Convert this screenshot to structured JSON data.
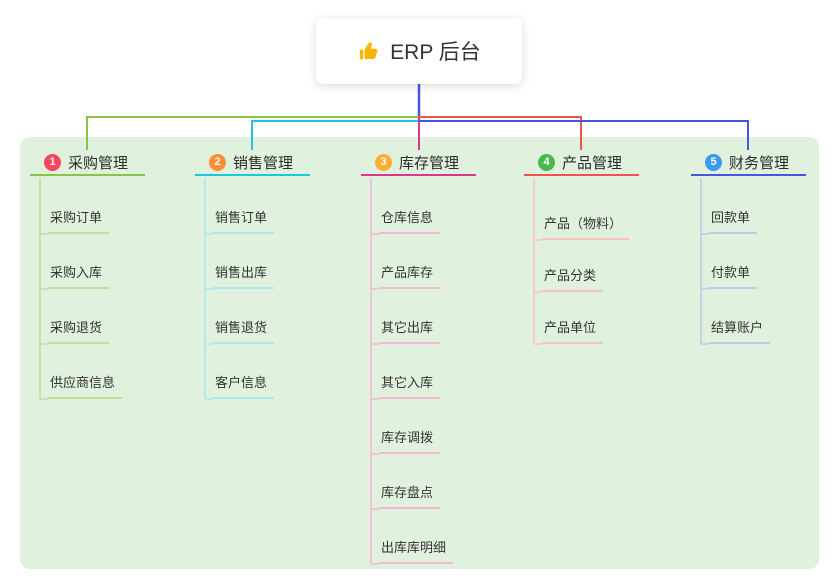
{
  "root": {
    "label": "ERP 后台",
    "icon": "thumbs-up-icon",
    "icon_color": "#f7b500"
  },
  "connector_colors": {
    "root_line": "#4558dd"
  },
  "background_color": "#e0f2dd",
  "branches": [
    {
      "number": "1",
      "label": "采购管理",
      "color": "#8bc34a",
      "light_color": "#c3de9f",
      "badge_color": "#f5485f",
      "children": [
        "采购订单",
        "采购入库",
        "采购退货",
        "供应商信息"
      ]
    },
    {
      "number": "2",
      "label": "销售管理",
      "color": "#1fc8d8",
      "light_color": "#ace7ee",
      "badge_color": "#fd8e34",
      "children": [
        "销售订单",
        "销售出库",
        "销售退货",
        "客户信息"
      ]
    },
    {
      "number": "3",
      "label": "库存管理",
      "color": "#d53a8c",
      "light_color": "#f2b8d4",
      "badge_color": "#ffad33",
      "children": [
        "仓库信息",
        "产品库存",
        "其它出库",
        "其它入库",
        "库存调拨",
        "库存盘点",
        "出库库明细"
      ]
    },
    {
      "number": "4",
      "label": "产品管理",
      "color": "#ef5350",
      "light_color": "#f6c3c2",
      "badge_color": "#49b84e",
      "children": [
        "产品（物料）",
        "产品分类",
        "产品单位"
      ]
    },
    {
      "number": "5",
      "label": "财务管理",
      "color": "#4558dd",
      "light_color": "#bfc8f1",
      "badge_color": "#3b99f2",
      "children": [
        "回款单",
        "付款单",
        "结算账户"
      ]
    }
  ]
}
